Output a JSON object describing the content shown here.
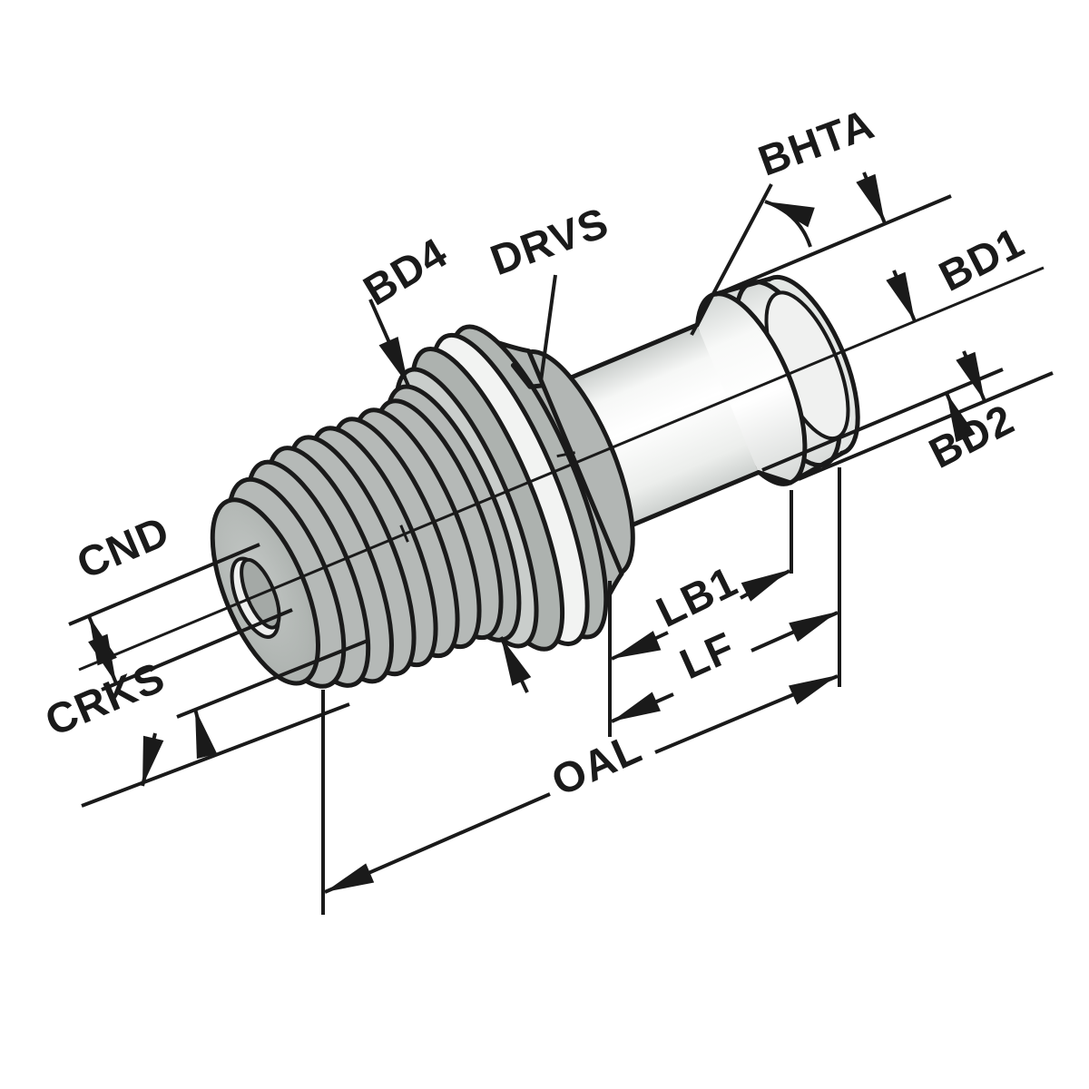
{
  "diagram": {
    "kind": "isometric dimension drawing of a CNC pull stud / retention knob",
    "labels": {
      "bhta": "BHTA",
      "bd1": "BD1",
      "bd2": "BD2",
      "bd4": "BD4",
      "drvs": "DRVS",
      "cnd": "CND",
      "crks": "CRKS",
      "lb1": "LB1",
      "lf": "LF",
      "oal": "OAL"
    }
  },
  "colors": {
    "ink": "#1a1a1a",
    "steel": "#b4b8b6",
    "steel_dark": "#a8ada9",
    "steel_light": "#cdd1cf",
    "band_white": "#f2f3f2",
    "surface_white": "#ffffff",
    "background": "#ffffff"
  }
}
